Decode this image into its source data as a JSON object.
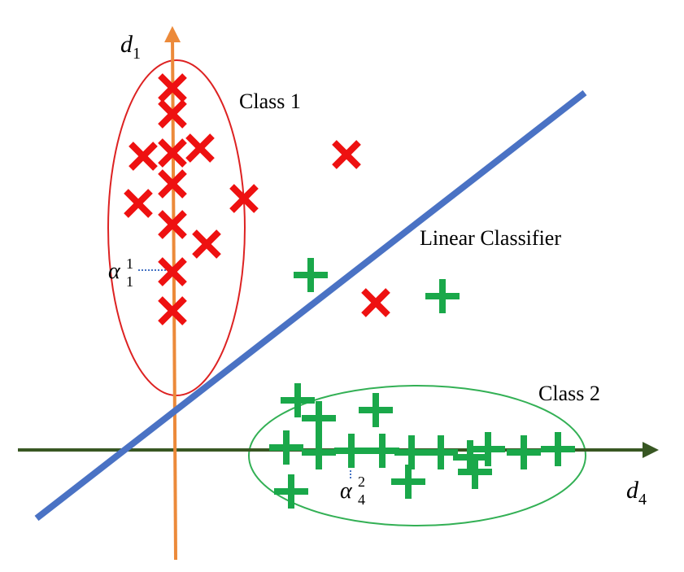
{
  "axes": {
    "vertical_label": "d",
    "vertical_sub": "1",
    "horizontal_label": "d",
    "horizontal_sub": "4"
  },
  "labels": {
    "class1": "Class 1",
    "class2": "Class 2",
    "classifier": "Linear Classifier",
    "alpha1_symbol": "α",
    "alpha1_sub": "1",
    "alpha1_sup": "1",
    "alpha2_symbol": "α",
    "alpha2_sub": "4",
    "alpha2_sup": "2"
  },
  "colors": {
    "class1_marker": "#ee1111",
    "class2_marker": "#1aa84a",
    "class1_ellipse": "#dd2222",
    "class2_ellipse": "#33b055",
    "vertical_axis": "#ec8a3a",
    "horizontal_axis": "#385723",
    "classifier_line": "#4a72c4",
    "dotted_marker": "#4472c4"
  }
}
